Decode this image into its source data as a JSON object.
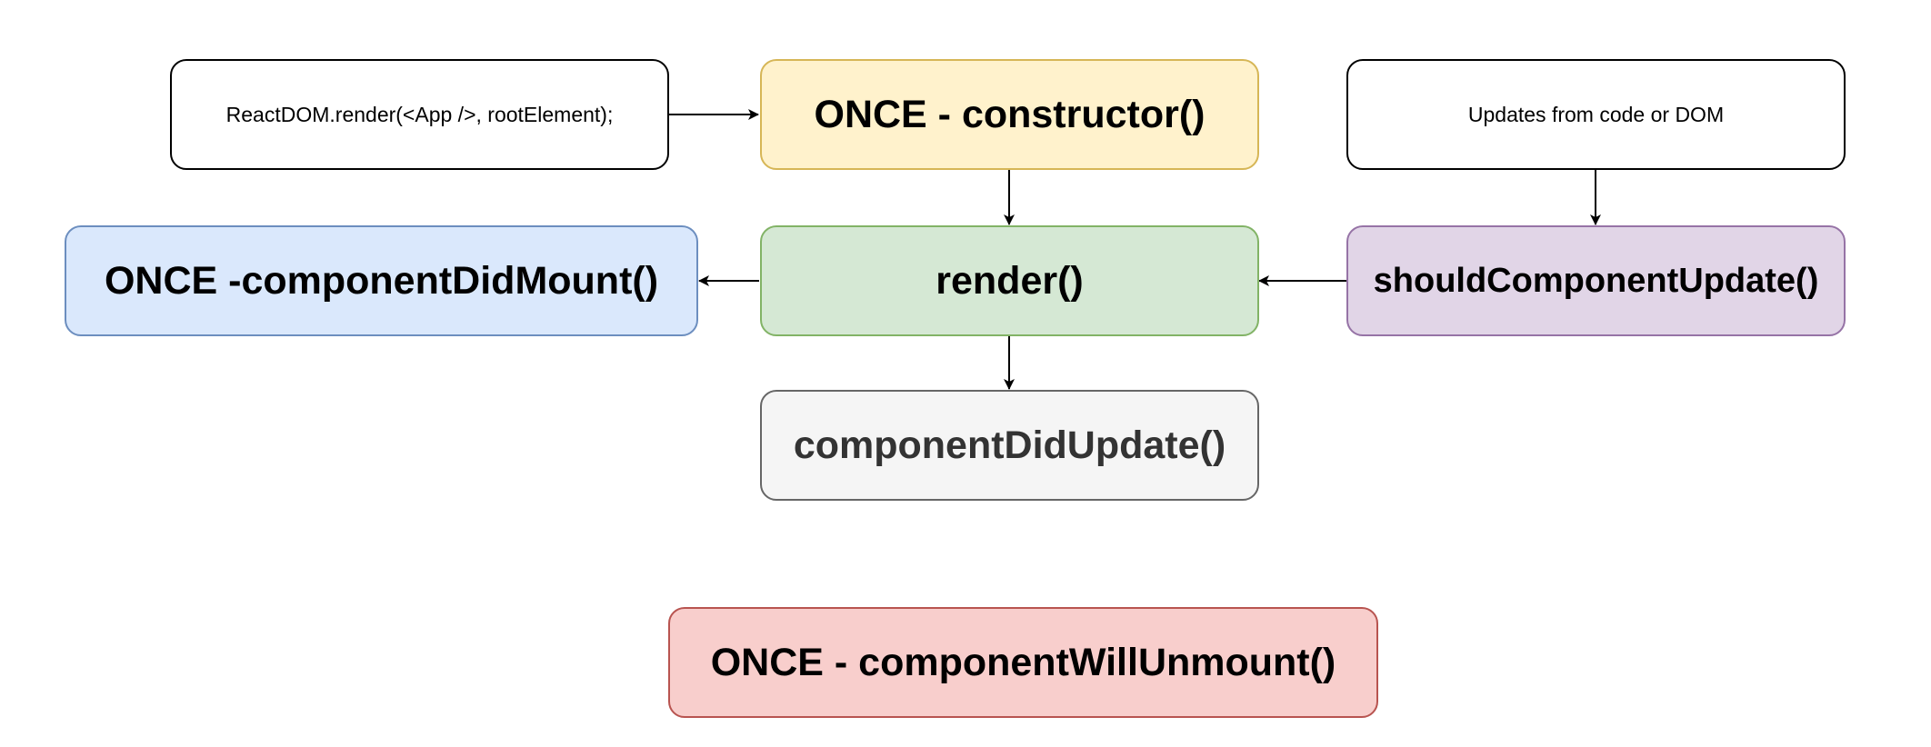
{
  "nodes": {
    "render_call": "ReactDOM.render(<App />, rootElement);",
    "constructor": "ONCE - constructor()",
    "updates_source": "Updates from code or DOM",
    "component_did_mount": "ONCE -componentDidMount()",
    "render": "render()",
    "should_component_update": "shouldComponentUpdate()",
    "component_did_update": "componentDidUpdate()",
    "component_will_unmount": "ONCE - componentWillUnmount()"
  },
  "edges": [
    {
      "from": "render_call",
      "to": "constructor"
    },
    {
      "from": "constructor",
      "to": "render"
    },
    {
      "from": "updates_source",
      "to": "should_component_update"
    },
    {
      "from": "render",
      "to": "component_did_mount"
    },
    {
      "from": "should_component_update",
      "to": "render"
    },
    {
      "from": "render",
      "to": "component_did_update"
    }
  ],
  "colors": {
    "constructor_fill": "#fff2cc",
    "render_fill": "#d5e8d4",
    "component_did_mount_fill": "#dae8fc",
    "should_component_update_fill": "#e1d5e7",
    "component_did_update_fill": "#f5f5f5",
    "component_will_unmount_fill": "#f8cecc"
  }
}
